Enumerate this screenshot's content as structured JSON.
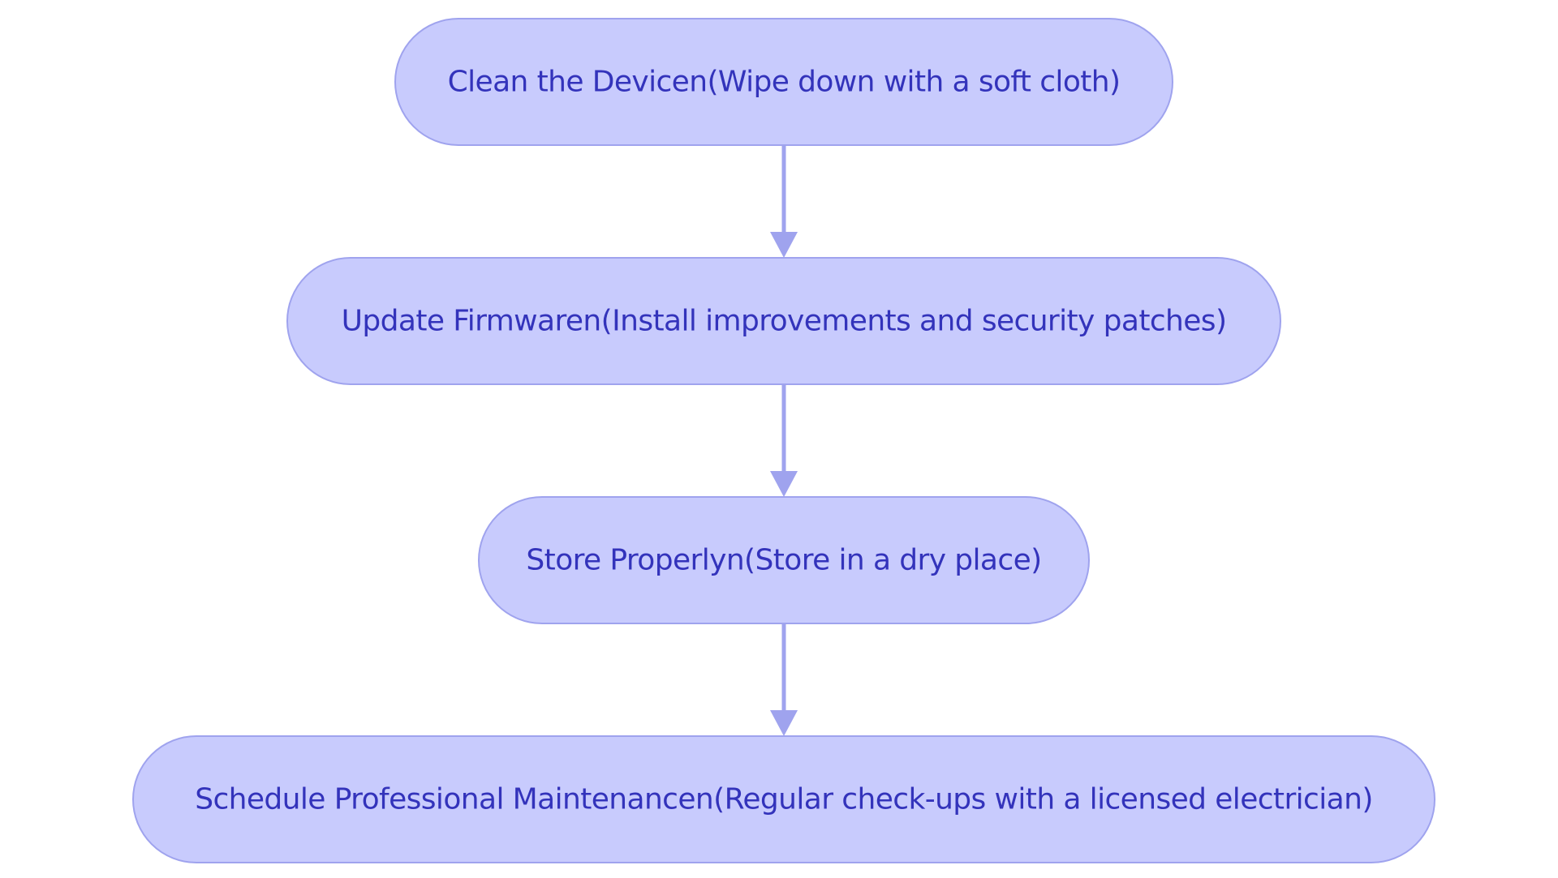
{
  "diagram": {
    "type": "flowchart",
    "direction": "top-to-bottom",
    "colors": {
      "node_fill": "#C8CBFD",
      "node_stroke": "#9FA3EE",
      "text": "#3333BB",
      "edge": "#9FA3EE",
      "background": "#FFFFFF"
    },
    "nodes": [
      {
        "id": "clean",
        "label": "Clean the Devicen(Wipe down with a soft cloth)"
      },
      {
        "id": "firmware",
        "label": "Update Firmwaren(Install improvements and security patches)"
      },
      {
        "id": "store",
        "label": "Store Properlyn(Store in a dry place)"
      },
      {
        "id": "maintenance",
        "label": "Schedule Professional Maintenancen(Regular check-ups with a licensed electrician)"
      }
    ],
    "edges": [
      {
        "from": "clean",
        "to": "firmware"
      },
      {
        "from": "firmware",
        "to": "store"
      },
      {
        "from": "store",
        "to": "maintenance"
      }
    ]
  }
}
